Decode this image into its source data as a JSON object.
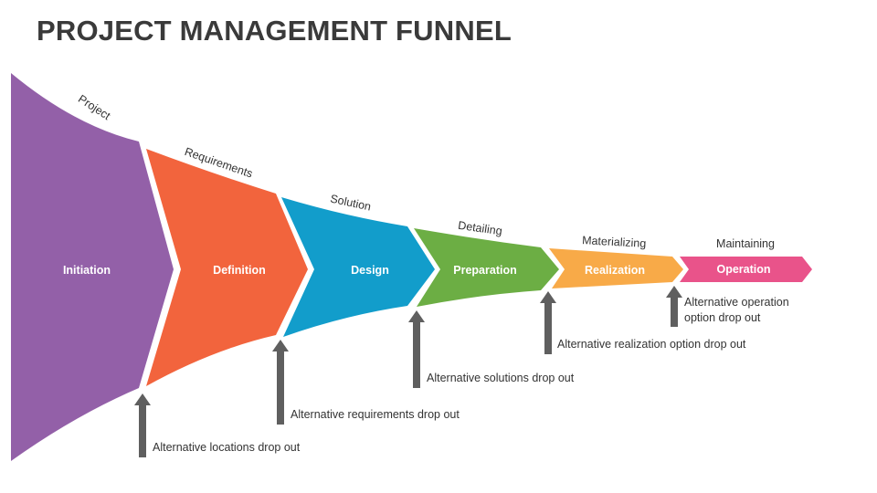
{
  "title": "PROJECT MANAGEMENT FUNNEL",
  "segments": [
    {
      "label": "Initiation",
      "color": "#9360A8"
    },
    {
      "label": "Definition",
      "color": "#F2643D"
    },
    {
      "label": "Design",
      "color": "#129DCB"
    },
    {
      "label": "Preparation",
      "color": "#6CAE44"
    },
    {
      "label": "Realization",
      "color": "#F8AA48"
    },
    {
      "label": "Operation",
      "color": "#E9538A"
    }
  ],
  "stage_labels": [
    "Project",
    "Requirements",
    "Solution",
    "Detailing",
    "Materializing",
    "Maintaining"
  ],
  "dropouts": [
    {
      "lines": [
        "Alternative locations drop out"
      ]
    },
    {
      "lines": [
        "Alternative requirements drop out"
      ]
    },
    {
      "lines": [
        "Alternative solutions drop out"
      ]
    },
    {
      "lines": [
        "Alternative realization option drop out"
      ]
    },
    {
      "lines": [
        "Alternative operation",
        "option drop out"
      ]
    }
  ],
  "arrow_color": "#5f5f5f"
}
